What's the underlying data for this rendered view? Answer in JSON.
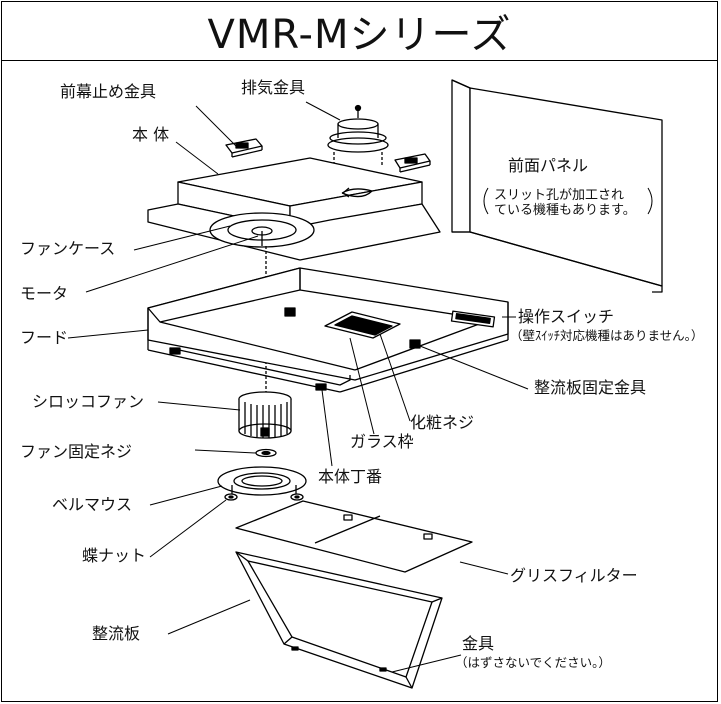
{
  "title": "VMR-Mシリーズ",
  "labels": {
    "front_stopper": "前幕止め金具",
    "exhaust_fitting": "排気金具",
    "main_body": "本 体",
    "front_panel": "前面パネル",
    "front_panel_note_1": "スリット孔が加工され",
    "front_panel_note_2": "ている機種もあります。",
    "fan_case": "ファンケース",
    "motor": "モータ",
    "hood": "フード",
    "switch": "操作スイッチ",
    "switch_note": "（壁ｽｲｯﾁ対応機種はありません。）",
    "sirocco_fan": "シロッコファン",
    "glass_frame": "ガラス枠",
    "decor_screw": "化粧ネジ",
    "baffle_fixing": "整流板固定金具",
    "fan_screw": "ファン固定ネジ",
    "body_hinge": "本体丁番",
    "bell_mouth": "ベルマウス",
    "wing_nut": "蝶ナット",
    "grease_filter": "グリスフィルター",
    "baffle_plate": "整流板",
    "metal_fitting": "金具",
    "metal_fitting_note": "（はずさないでください。）"
  }
}
